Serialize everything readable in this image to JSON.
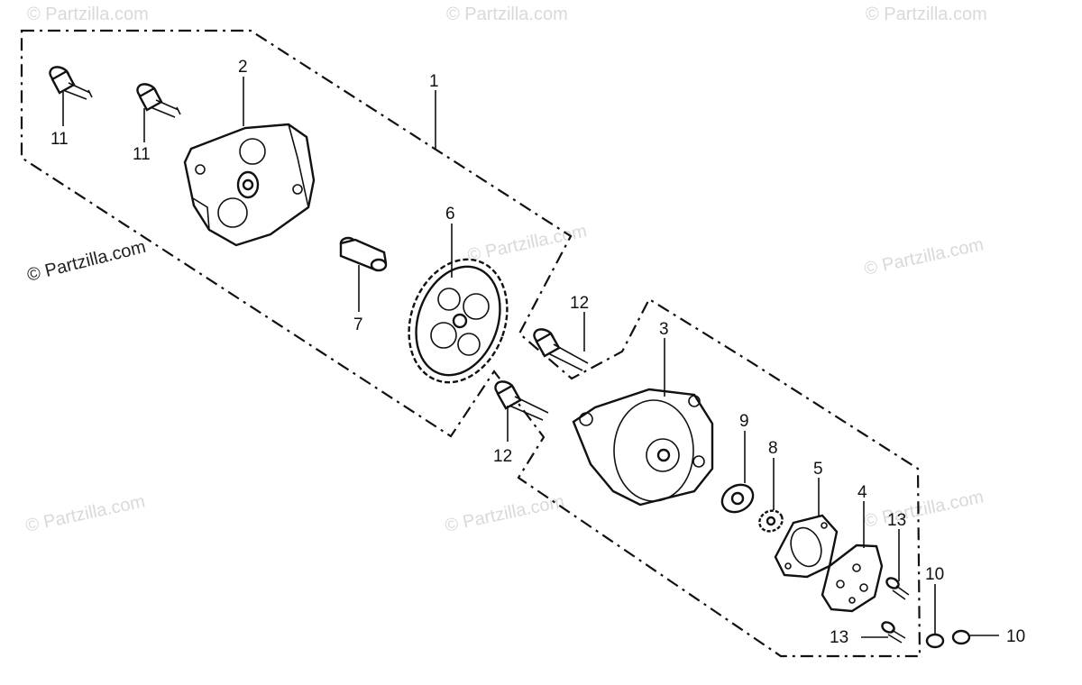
{
  "watermarks": {
    "text_faint": "© Partzilla.com",
    "text_main": "© Partzilla.com"
  },
  "callouts": {
    "p1": "1",
    "p2": "2",
    "p3": "3",
    "p4": "4",
    "p5": "5",
    "p6": "6",
    "p7": "7",
    "p8": "8",
    "p9": "9",
    "p10a": "10",
    "p10b": "10",
    "p11a": "11",
    "p11b": "11",
    "p12a": "12",
    "p12b": "12",
    "p13a": "13",
    "p13b": "13"
  }
}
